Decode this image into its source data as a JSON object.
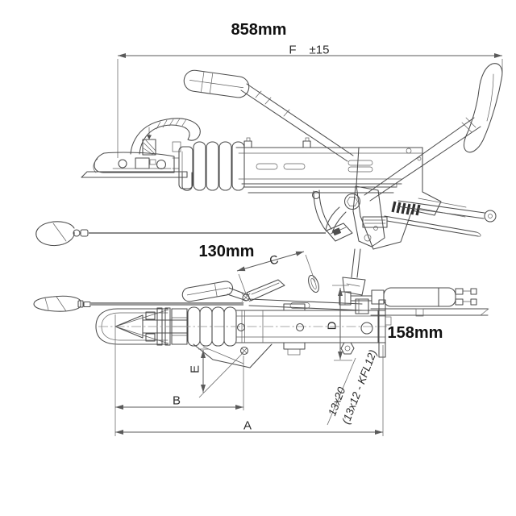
{
  "labels": {
    "overall_length": "858mm",
    "handle_length": "130mm",
    "height": "158mm"
  },
  "dims": {
    "a": "A",
    "b": "B",
    "c": "C",
    "d": "D",
    "e": "E",
    "f": "F",
    "f_tol": "±15"
  },
  "slot_note": {
    "size": "13x20",
    "alt": "(13x12 - KFL12)"
  },
  "colors": {
    "line": "#4c4c4c",
    "dimension": "#5a5a5a",
    "text": "#2c2c2c",
    "label_text": "#111111",
    "background": "#ffffff"
  }
}
